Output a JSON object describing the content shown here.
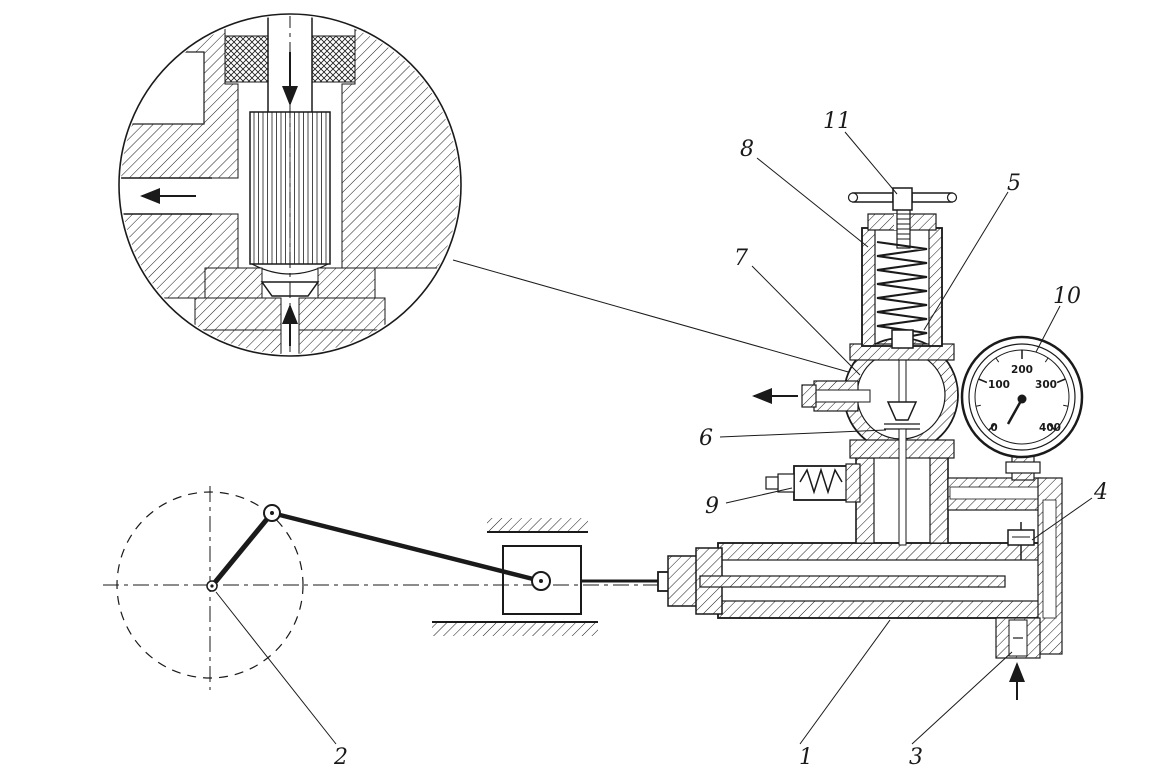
{
  "callouts": {
    "c1": "1",
    "c2": "2",
    "c3": "3",
    "c4": "4",
    "c5": "5",
    "c6": "6",
    "c7": "7",
    "c8": "8",
    "c9": "9",
    "c10": "10",
    "c11": "11"
  },
  "gauge": {
    "ticks": [
      "0",
      "100",
      "200",
      "300",
      "400"
    ]
  },
  "colors": {
    "ink": "#1a1a1a",
    "paper": "#ffffff"
  }
}
